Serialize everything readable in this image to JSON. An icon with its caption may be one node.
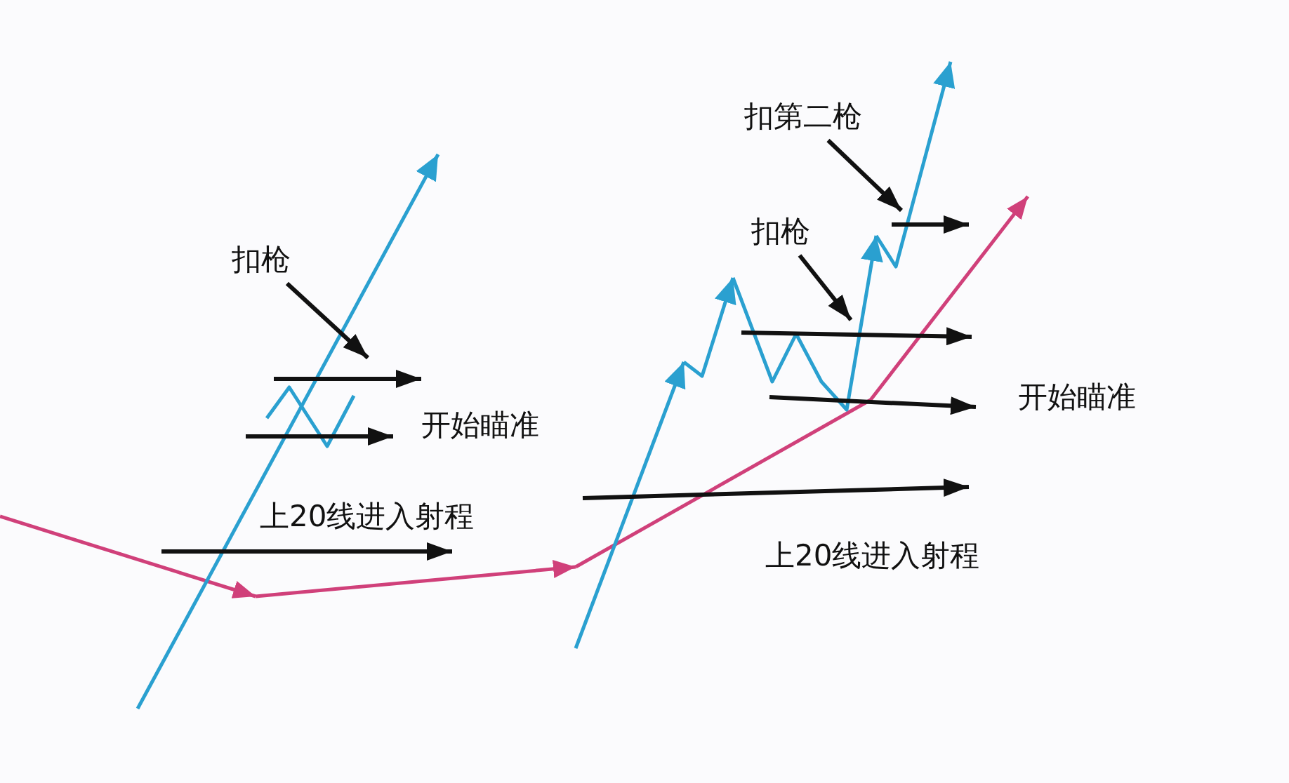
{
  "diagram": {
    "nodes": [
      {
        "text": [
          "扣枪"
        ]
      },
      {
        "text": [
          "扣第二枪"
        ]
      },
      {
        "text": [
          "扣枪"
        ]
      }
    ],
    "edges": [
      {
        "from": 0,
        "to": null,
        "arrow": "to"
      },
      {
        "from": 1,
        "to": null,
        "arrow": "to"
      },
      {
        "from": 2,
        "to": null,
        "arrow": "to"
      }
    ],
    "labels": [
      "开始瞄准",
      "上20线进入射程",
      "开始瞄准",
      "上20线进入射程"
    ]
  }
}
